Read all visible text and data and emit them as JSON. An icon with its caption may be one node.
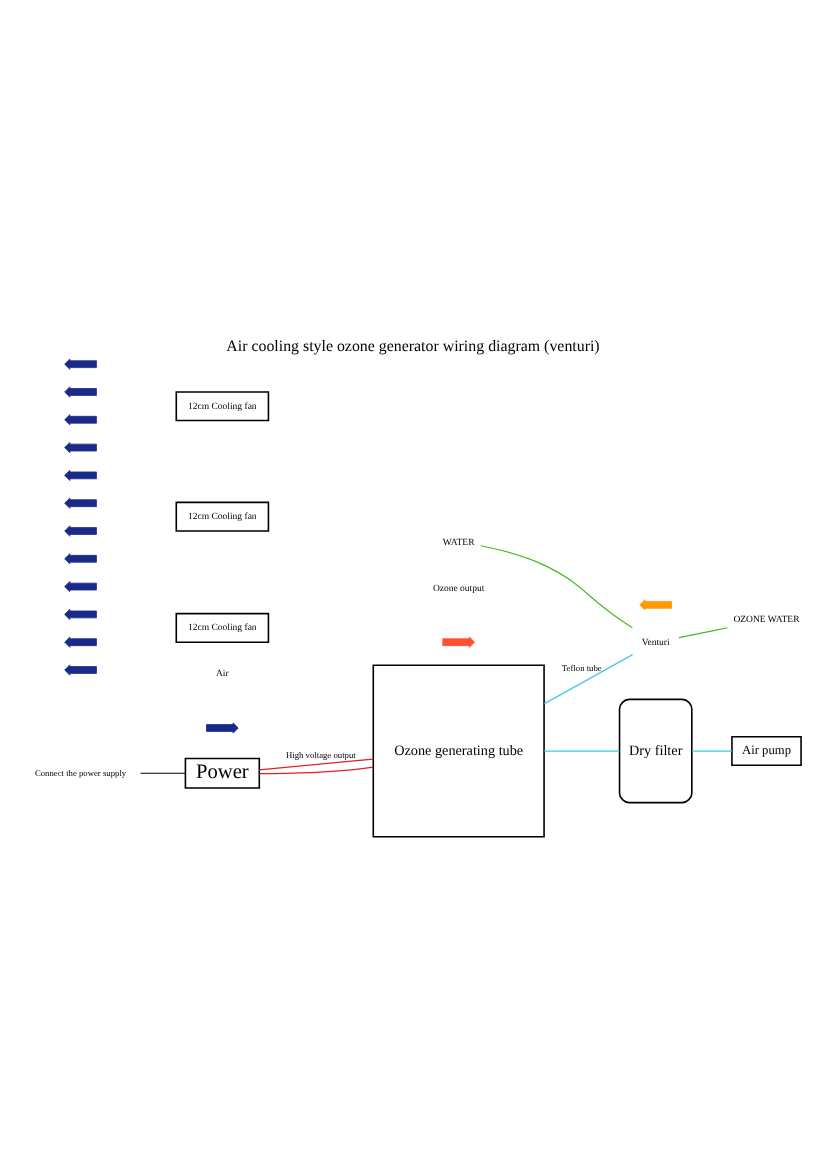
{
  "diagram": {
    "title": "Air cooling style ozone generator wiring diagram (venturi)",
    "nodes": [
      {
        "text": [
          "Power"
        ]
      },
      {
        "text": [
          "Connect the power supply"
        ]
      },
      {
        "text": [
          "Ozone generating tube"
        ]
      },
      {
        "text": [
          "Dry filter"
        ]
      },
      {
        "text": [
          "Air pump"
        ]
      },
      {
        "text": [
          "12cm Cooling fan"
        ]
      },
      {
        "text": [
          "12cm Cooling fan"
        ]
      },
      {
        "text": [
          "12cm Cooling fan"
        ]
      },
      {
        "text": [
          "Venturi"
        ]
      },
      {
        "text": [
          "OZONE WATER"
        ]
      },
      {
        "text": [
          "WATER"
        ]
      }
    ],
    "edges": [
      {
        "from": 1,
        "to": 0,
        "arrow": "none",
        "color": "#000000"
      },
      {
        "from": 0,
        "to": 2,
        "arrow": "none",
        "color": "#e02020",
        "label": "High voltage output"
      },
      {
        "from": 0,
        "to": 2,
        "arrow": "none",
        "color": "#e02020"
      },
      {
        "from": 2,
        "to": 3,
        "arrow": "none",
        "color": "#40c8e8"
      },
      {
        "from": 3,
        "to": 4,
        "arrow": "none",
        "color": "#40c8e8"
      },
      {
        "from": 2,
        "to": 8,
        "arrow": "none",
        "color": "#40c8e8",
        "label": "Teflon tube"
      },
      {
        "from": 10,
        "to": 8,
        "arrow": "none",
        "color": "#44bb22"
      },
      {
        "from": 8,
        "to": 9,
        "arrow": "none",
        "color": "#44bb22"
      }
    ],
    "labels": [
      "Air",
      "Ozone output"
    ]
  }
}
